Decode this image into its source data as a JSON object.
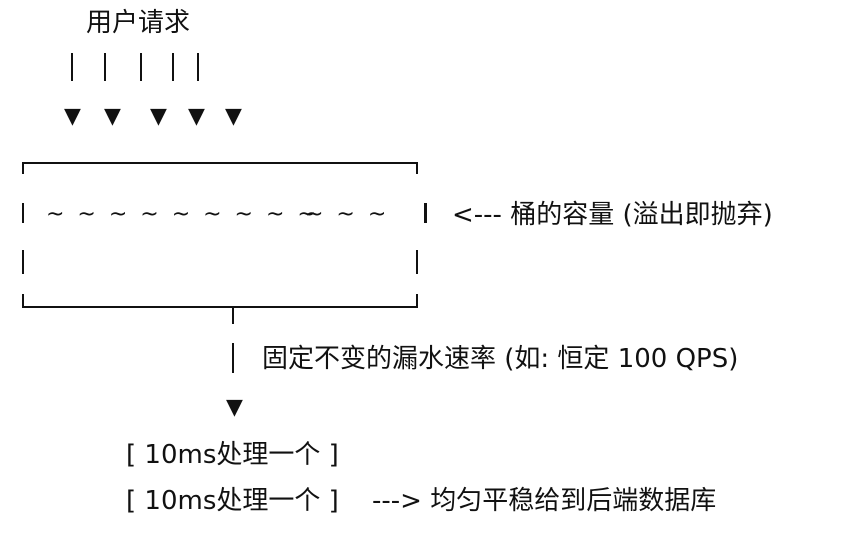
{
  "title": "用户请求",
  "water": {
    "segment_1": "~ ~ ~ ~ ~ ~ ~ ~ ~",
    "segment_2": "~ ~ ~"
  },
  "capacity_note": "<--- 桶的容量 (溢出即抛弃)",
  "leak_rate_note": "固定不变的漏水速率 (如: 恒定 100 QPS)",
  "outputs": [
    "[ 10ms处理一个 ]",
    "[ 10ms处理一个 ]"
  ],
  "output_note": "---> 均匀平稳给到后端数据库",
  "glyphs": {
    "arrow_down": "▼"
  }
}
